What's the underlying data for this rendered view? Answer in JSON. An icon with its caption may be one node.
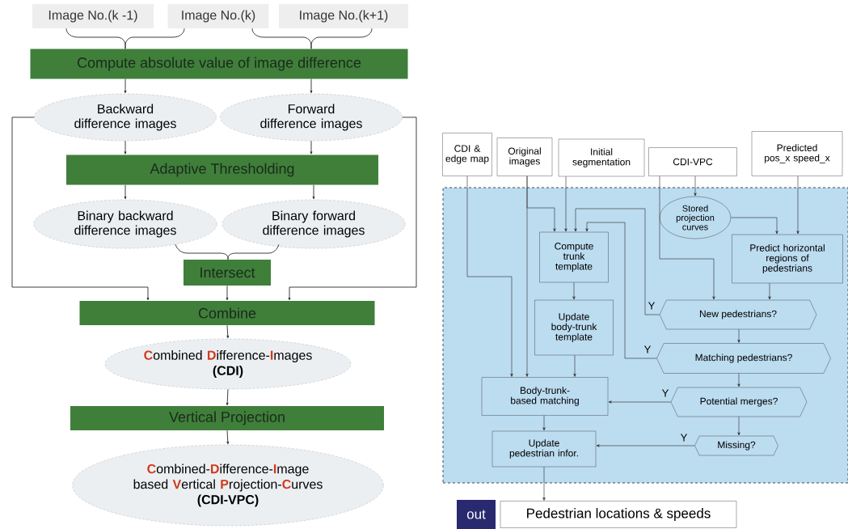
{
  "diagram": {
    "nodes": [
      {
        "text": [
          "Image No.(k -1)"
        ]
      },
      {
        "text": [
          "Image No.(k)"
        ]
      },
      {
        "text": [
          "Image No.(k+1)"
        ]
      },
      {
        "text": [
          "Compute absolute value of image difference"
        ]
      },
      {
        "text": [
          "Backward difference images"
        ]
      },
      {
        "text": [
          "Forward difference images"
        ]
      },
      {
        "text": [
          "Adaptive Thresholding"
        ]
      },
      {
        "text": [
          "Binary backward difference images"
        ]
      },
      {
        "text": [
          "Binary forward difference images"
        ]
      },
      {
        "text": [
          "Intersect"
        ]
      },
      {
        "text": [
          "Combine"
        ]
      },
      {
        "text": [
          "**C**ombined **D**ifference-**I**mages",
          "(CDI)"
        ]
      },
      {
        "text": [
          "Vertical Projection"
        ]
      },
      {
        "text": [
          "**C**ombined-**D**ifference-**I**mage based **V**ertical **P**rojection-**C**urves",
          "(CDI-VPC)"
        ]
      },
      {
        "text": [
          "CDI & edge map"
        ]
      },
      {
        "text": [
          "Original images"
        ]
      },
      {
        "text": [
          "Initial segmentation"
        ]
      },
      {
        "text": [
          "CDI-VPC"
        ]
      },
      {
        "text": [
          "Predicted pos_x speed_x"
        ]
      },
      {
        "text": [],
        "shape": "box"
      },
      {
        "text": [
          "Stored projection curves"
        ],
        "in": 19
      },
      {
        "text": [
          "Compute trunk template"
        ],
        "in": 19
      },
      {
        "text": [
          "Predict horizontal regions of pedestrians"
        ],
        "in": 19
      },
      {
        "text": [
          "Update body-trunk template"
        ],
        "in": 19
      },
      {
        "text": [
          "New pedestrians?"
        ],
        "in": 19
      },
      {
        "text": [
          "Matching pedestrians?"
        ],
        "in": 19
      },
      {
        "text": [
          "Body-trunk-based matching"
        ],
        "in": 19
      },
      {
        "text": [
          "Potential merges?"
        ],
        "in": 19
      },
      {
        "text": [
          "Update pedestrian infor."
        ],
        "in": 19
      },
      {
        "text": [
          "Missing?"
        ],
        "in": 19
      },
      {
        "text": [
          "out"
        ]
      },
      {
        "text": [
          "Pedestrian locations & speeds"
        ]
      }
    ],
    "edges": [
      {
        "from": 0,
        "to": 3,
        "arrow": "none"
      },
      {
        "from": 1,
        "to": 3,
        "arrow": "none"
      },
      {
        "from": 1,
        "to": 3,
        "arrow": "none"
      },
      {
        "from": 2,
        "to": 3,
        "arrow": "none"
      },
      {
        "from": 3,
        "to": 4,
        "arrow": "to"
      },
      {
        "from": 3,
        "to": 5,
        "arrow": "to"
      },
      {
        "from": 4,
        "to": 6,
        "arrow": "to"
      },
      {
        "from": 5,
        "to": 6,
        "arrow": "to"
      },
      {
        "from": 6,
        "to": 7,
        "arrow": "to"
      },
      {
        "from": 6,
        "to": 8,
        "arrow": "to"
      },
      {
        "from": 7,
        "to": 9,
        "arrow": "none"
      },
      {
        "from": 8,
        "to": 9,
        "arrow": "none"
      },
      {
        "from": 9,
        "to": 10,
        "arrow": "to"
      },
      {
        "from": 4,
        "to": 10,
        "arrow": "to"
      },
      {
        "from": 5,
        "to": 10,
        "arrow": "to"
      },
      {
        "from": 10,
        "to": 11,
        "arrow": "to"
      },
      {
        "from": 11,
        "to": 12,
        "arrow": "to"
      },
      {
        "from": 12,
        "to": 13,
        "arrow": "to"
      },
      {
        "from": 14,
        "to": 26,
        "arrow": "to"
      },
      {
        "from": 15,
        "to": 26,
        "arrow": "to"
      },
      {
        "from": 15,
        "to": 21,
        "arrow": "to"
      },
      {
        "from": 16,
        "to": 21,
        "arrow": "to"
      },
      {
        "from": 17,
        "to": 20,
        "arrow": "to"
      },
      {
        "from": 17,
        "to": 24,
        "arrow": "to"
      },
      {
        "from": 20,
        "to": 22,
        "arrow": "to"
      },
      {
        "from": 18,
        "to": 22,
        "arrow": "to"
      },
      {
        "from": 22,
        "to": 24,
        "arrow": "to"
      },
      {
        "from": 24,
        "to": 21,
        "arrow": "to",
        "label": "Y"
      },
      {
        "from": 24,
        "to": 25,
        "arrow": "to"
      },
      {
        "from": 25,
        "to": 21,
        "arrow": "to",
        "label": "Y"
      },
      {
        "from": 21,
        "to": 23,
        "arrow": "to"
      },
      {
        "from": 23,
        "to": 26,
        "arrow": "to"
      },
      {
        "from": 25,
        "to": 27,
        "arrow": "to"
      },
      {
        "from": 27,
        "to": 26,
        "arrow": "to",
        "label": "Y"
      },
      {
        "from": 27,
        "to": 29,
        "arrow": "to"
      },
      {
        "from": 26,
        "to": 28,
        "arrow": "to"
      },
      {
        "from": 29,
        "to": 28,
        "arrow": "to",
        "label": "Y"
      },
      {
        "from": 28,
        "to": 31,
        "arrow": "to"
      }
    ]
  }
}
